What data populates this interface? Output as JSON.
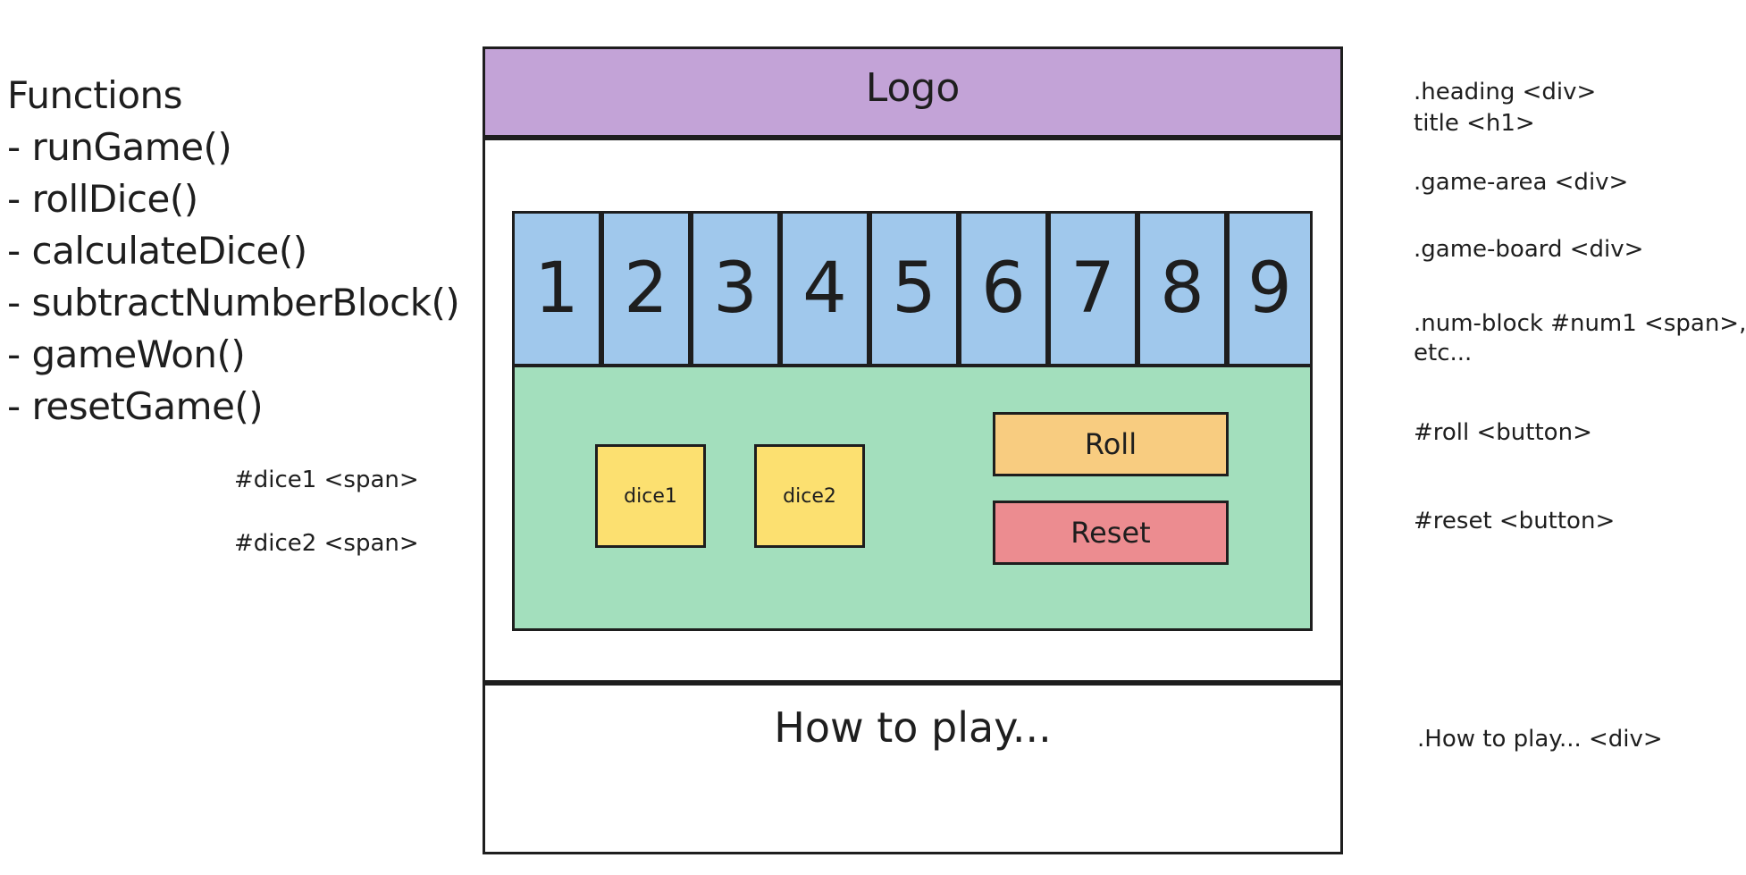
{
  "functions": {
    "heading": "Functions",
    "items": [
      "- runGame()",
      "- rollDice()",
      "- calculateDice()",
      "- subtractNumberBlock()",
      "- gameWon()",
      "- resetGame()"
    ]
  },
  "annotations": {
    "dice1": "#dice1 <span>",
    "dice2": "#dice2 <span>",
    "heading_div": ".heading <div>",
    "title_h1": "title <h1>",
    "game_area": ".game-area <div>",
    "game_board": ".game-board <div>",
    "num_block_1": ".num-block #num1 <span>,",
    "num_block_2": "etc...",
    "roll": "#roll <button>",
    "reset": "#reset <button>",
    "howto": ".How to play... <div>"
  },
  "wireframe": {
    "logo": "Logo",
    "num_blocks": [
      "1",
      "2",
      "3",
      "4",
      "5",
      "6",
      "7",
      "8",
      "9"
    ],
    "dice1": "dice1",
    "dice2": "dice2",
    "roll": "Roll",
    "reset": "Reset",
    "howto": "How to play..."
  },
  "colors": {
    "heading": "#c3a3d7",
    "num_block": "#a0c8ec",
    "play_area": "#a3dfbd",
    "dice": "#fce070",
    "roll_button": "#f8cc80",
    "reset_button": "#ec8c90",
    "stroke": "#1e1e1e"
  }
}
